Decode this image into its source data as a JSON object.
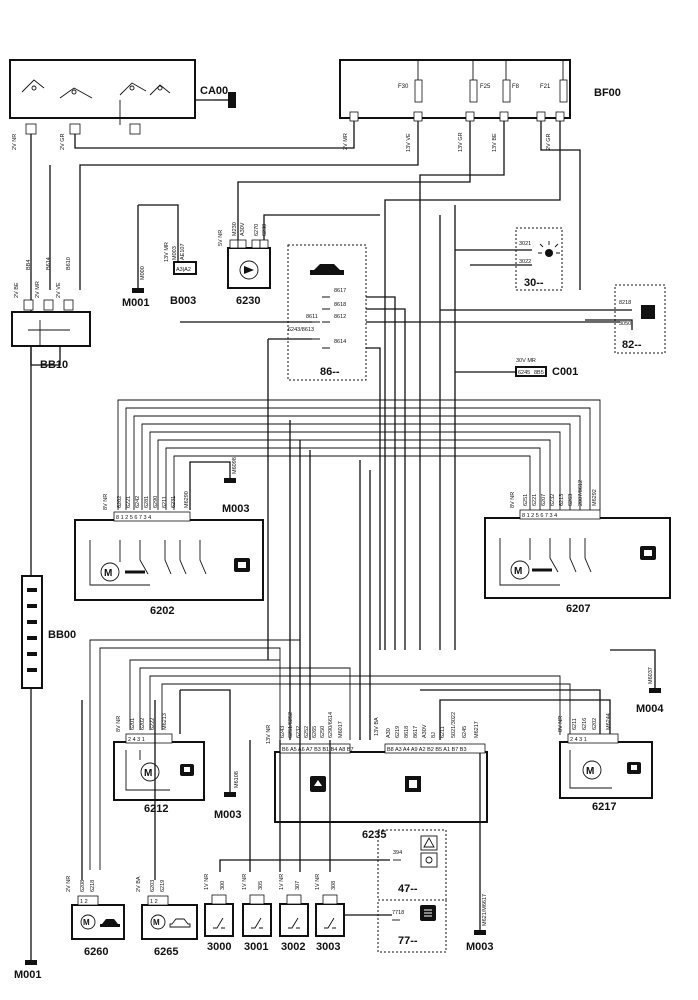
{
  "components": {
    "ca00": "CA00",
    "bf00": "BF00",
    "bb10": "BB10",
    "bb00": "BB00",
    "m001_top": "M001",
    "b003": "B003",
    "c6230": "6230",
    "c86": "86--",
    "c30": "30--",
    "c82": "82--",
    "c001": "C001",
    "m003_mid": "M003",
    "c6202": "6202",
    "c6207": "6207",
    "c6212": "6212",
    "m003_low": "M003",
    "c6235": "6235",
    "c6217": "6217",
    "m004": "M004",
    "c47": "47--",
    "c77": "77--",
    "c6260": "6260",
    "c6265": "6265",
    "c3000": "3000",
    "c3001": "3001",
    "c3002": "3002",
    "c3003": "3003",
    "m001_bot": "M001",
    "m003_bot": "M003"
  },
  "fuses": [
    "F30",
    "F25",
    "F8",
    "F21"
  ],
  "connector_specs": {
    "ca00_a": "2V NR",
    "ca00_b": "2V GR",
    "bf00_a": "2V MR",
    "bf00_b": "13V VE",
    "bf00_c": "13V GR",
    "bf00_d": "13V BE",
    "bf00_e": "2V GR",
    "bb10_a": "2V BE",
    "bb10_b": "2V MR",
    "bb10_c": "2V VE",
    "b003": "13V MR",
    "c6230": "5V NR",
    "c001": "30V MR",
    "c6202": "8V NR",
    "c6207": "8V NR",
    "c6212": "8V NR",
    "c6235": "13V NR",
    "c6235_b": "13V BA",
    "c6217": "8V NR",
    "c6260": "2V NR",
    "c6265": "2V BA",
    "c3000": "1V NR",
    "c3001": "1V NR",
    "c3002": "1V NR",
    "c3003": "1V NR"
  },
  "wire_codes": {
    "bb10_wires": [
      "BB4",
      "B614",
      "B610"
    ],
    "m001_top_wire": "M000",
    "b003_wires": [
      "M003",
      "AE107"
    ],
    "c6230_wires": [
      "M230",
      "A30V",
      "6270",
      "6230"
    ],
    "c86_wires": [
      "8617",
      "8618",
      "8612",
      "8611",
      "6243/8613",
      "8614"
    ],
    "c30_wires": [
      "3021",
      "3022"
    ],
    "c82_wires": [
      "8218",
      "3050"
    ],
    "c001_wires": [
      "6245",
      "8B5"
    ],
    "m003_mid_wire": "M6098",
    "c6202_wires": [
      "6202",
      "6221",
      "6242",
      "6281",
      "6290",
      "6211",
      "6231",
      "M6290"
    ],
    "c6207_wires": [
      "6251",
      "6221",
      "6207",
      "6232",
      "6213",
      "6263",
      "2007/8612",
      "M6292"
    ],
    "c6212_wires": [
      "6201",
      "6202",
      "6222",
      "M6213"
    ],
    "c6235_wires": [
      "6243",
      "6251/6252",
      "6232",
      "6252",
      "6265",
      "6250",
      "6290/6614",
      "M6017",
      "A30",
      "6219",
      "8618",
      "8617",
      "A30V",
      "8J",
      "6211",
      "5021/3022",
      "6245",
      "M6217"
    ],
    "c6217_wires": [
      "6211",
      "6216",
      "6202",
      "M6244"
    ],
    "m004_wire": "M6037",
    "m003_low_wire": "M6108",
    "c47_wire": "394",
    "c77_wire": "7718",
    "c6260_wires": [
      "6208",
      "6218"
    ],
    "c6265_wires": [
      "6203",
      "6219"
    ],
    "c3000_wire": "300",
    "c3001_wire": "305",
    "c3002_wire": "307",
    "c3003_wire": "308",
    "m003_bot_wire": "M621/M6617"
  },
  "icons": [
    "ignition-key-icon",
    "car-silhouette-icon",
    "dash-light-icon",
    "window-motor-icon",
    "window-switch-icon",
    "door-lock-icon",
    "warning-bell-icon",
    "lamp-icon",
    "memory-module-icon"
  ]
}
